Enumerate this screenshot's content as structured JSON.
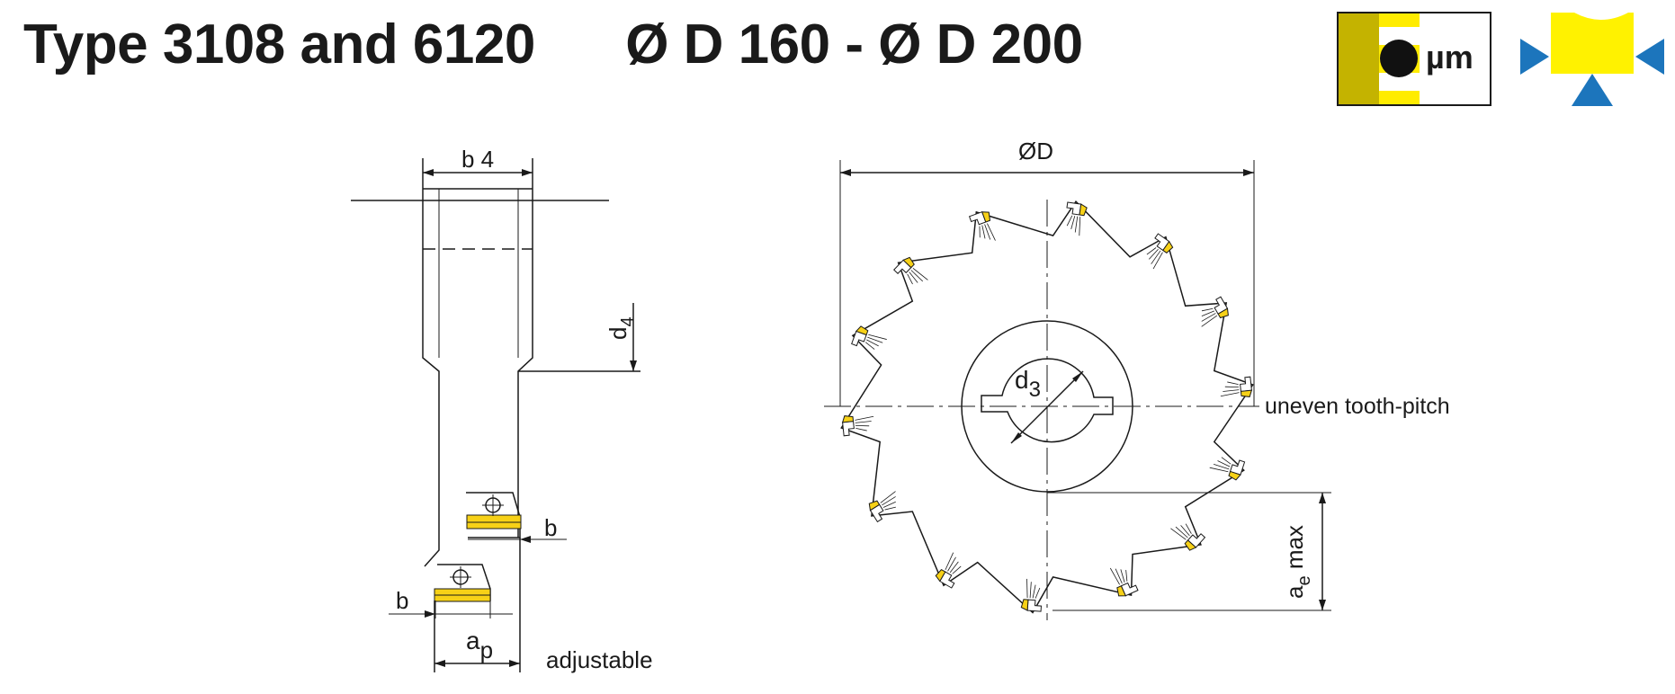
{
  "header": {
    "title": "Type 3108 and 6120",
    "diameter_range": "Ø D 160 - Ø D 200"
  },
  "icons": {
    "precision_badge_text": "µm",
    "precision_badge": "precision-um-icon",
    "clamping": "clamping-triangles-icon"
  },
  "side_view": {
    "width_label": "b 4",
    "hub_label_main": "d",
    "hub_label_sub": "4",
    "insert_width_top": "b",
    "insert_width_bottom": "b",
    "depth_label_main": "a",
    "depth_label_sub": "p",
    "adjustable_label": "adjustable"
  },
  "front_view": {
    "diameter_label": "ØD",
    "bore_label_main": "d",
    "bore_label_sub": "3",
    "pitch_label": "uneven tooth-pitch",
    "engagement_label_main": "a",
    "engagement_label_sub": "e",
    "engagement_label_suffix": " max"
  },
  "colors": {
    "insert_yellow": "#f7d117",
    "badge_olive": "#c4b300",
    "badge_yellow": "#ffec00",
    "clamp_blue": "#1c75bc",
    "clamp_yellow": "#fff200",
    "line": "#1a1a1a"
  }
}
